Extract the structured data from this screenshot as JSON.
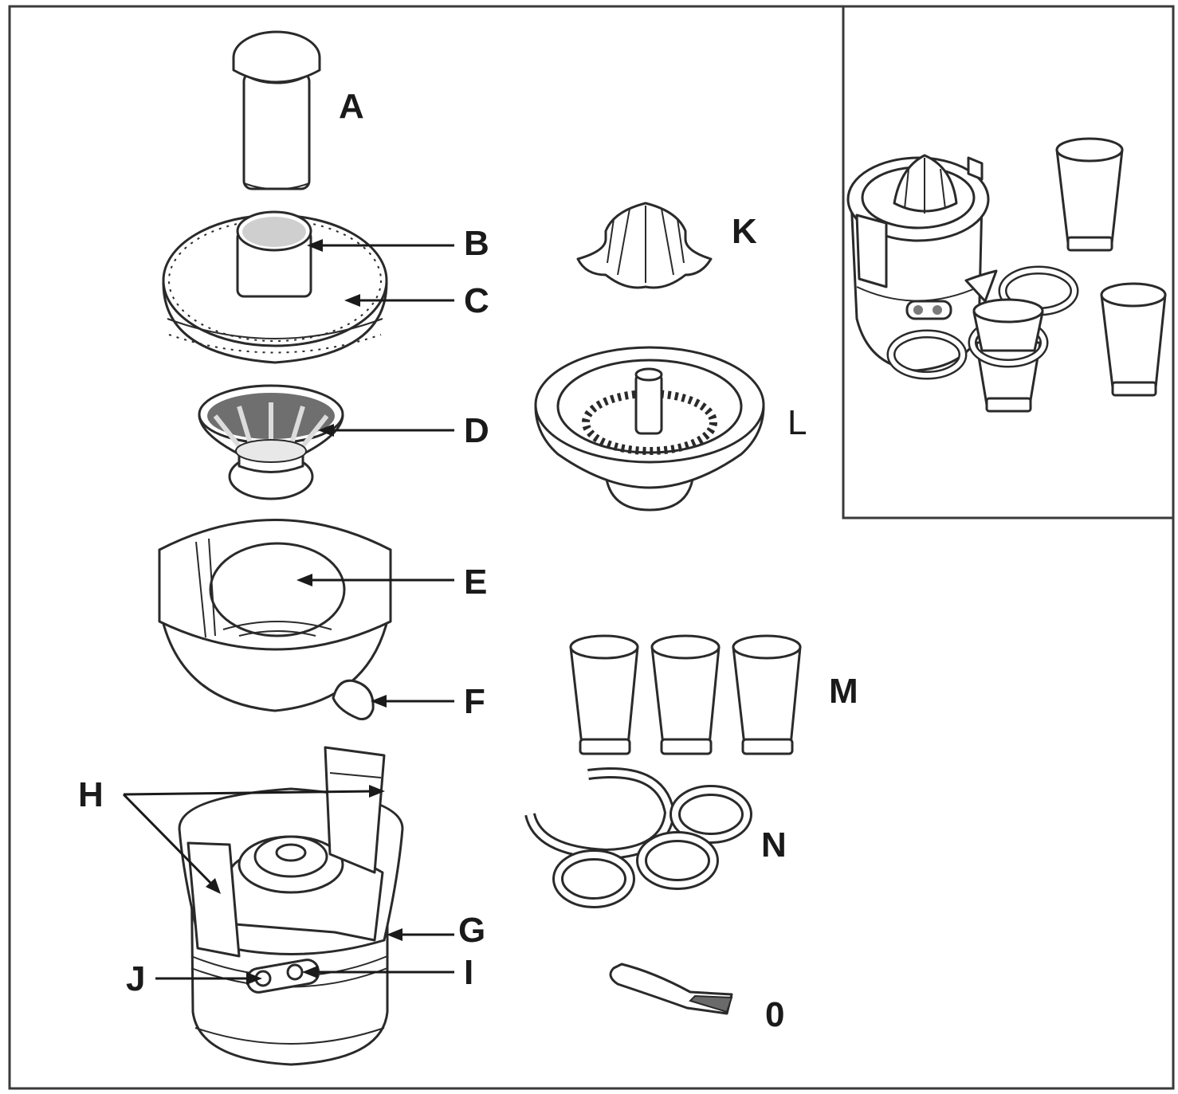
{
  "labels": {
    "a": "A",
    "b": "B",
    "c": "C",
    "d": "D",
    "e": "E",
    "f": "F",
    "g": "G",
    "h": "H",
    "i": "I",
    "j": "J",
    "k": "K",
    "l": "L",
    "m": "M",
    "n": "N",
    "o": "0"
  },
  "colors": {
    "line": "#2a2a2a",
    "shade": "#cfcfcf",
    "dark_shade": "#8a8a8a",
    "background": "#ffffff"
  }
}
